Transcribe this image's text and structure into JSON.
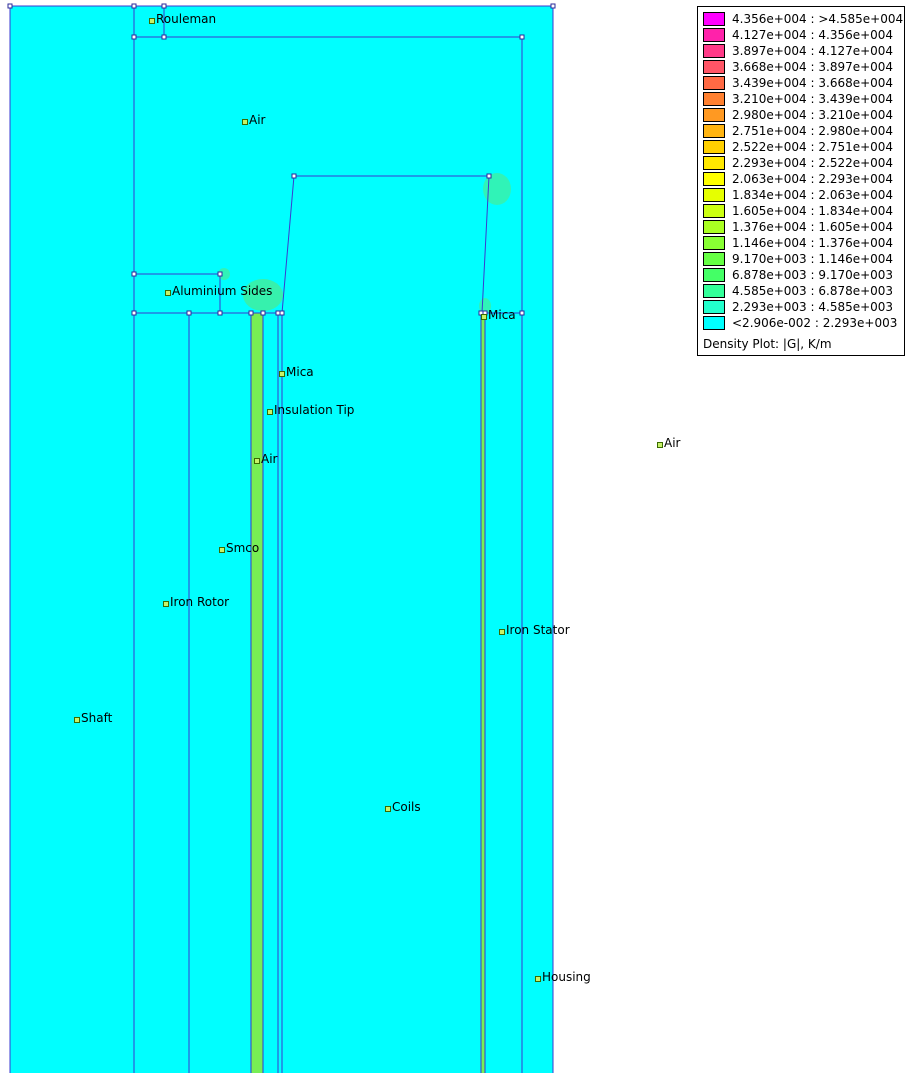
{
  "colors": {
    "background_field": "#00ffff",
    "boundary": "#3a3ad0",
    "hotspot": "#44ee99",
    "green_strip": "#77ee55"
  },
  "regions": [
    {
      "name": "rouleman",
      "label": "Rouleman"
    },
    {
      "name": "air-top",
      "label": "Air"
    },
    {
      "name": "aluminium-sides",
      "label": "Aluminium Sides"
    },
    {
      "name": "mica-right",
      "label": "Mica"
    },
    {
      "name": "mica-left",
      "label": "Mica"
    },
    {
      "name": "insulation-tip",
      "label": "Insulation Tip"
    },
    {
      "name": "air-gap",
      "label": "Air"
    },
    {
      "name": "air-outside",
      "label": "Air"
    },
    {
      "name": "smco",
      "label": "Smco"
    },
    {
      "name": "iron-rotor",
      "label": "Iron Rotor"
    },
    {
      "name": "iron-stator",
      "label": "Iron Stator"
    },
    {
      "name": "shaft",
      "label": "Shaft"
    },
    {
      "name": "coils",
      "label": "Coils"
    },
    {
      "name": "housing",
      "label": "Housing"
    }
  ],
  "legend": {
    "caption": "Density Plot: |G|, K/m",
    "entries": [
      {
        "range": "4.356e+004 : >4.585e+004",
        "color": "#ff00ff"
      },
      {
        "range": "4.127e+004 : 4.356e+004",
        "color": "#ff22aa"
      },
      {
        "range": "3.897e+004 : 4.127e+004",
        "color": "#ff3a88"
      },
      {
        "range": "3.668e+004 : 3.897e+004",
        "color": "#ff5566"
      },
      {
        "range": "3.439e+004 : 3.668e+004",
        "color": "#ff6a44"
      },
      {
        "range": "3.210e+004 : 3.439e+004",
        "color": "#ff8030"
      },
      {
        "range": "2.980e+004 : 3.210e+004",
        "color": "#ff9922"
      },
      {
        "range": "2.751e+004 : 2.980e+004",
        "color": "#ffb411"
      },
      {
        "range": "2.522e+004 : 2.751e+004",
        "color": "#ffd000"
      },
      {
        "range": "2.293e+004 : 2.522e+004",
        "color": "#ffe800"
      },
      {
        "range": "2.063e+004 : 2.293e+004",
        "color": "#ffff00"
      },
      {
        "range": "1.834e+004 : 2.063e+004",
        "color": "#e6ff00"
      },
      {
        "range": "1.605e+004 : 1.834e+004",
        "color": "#ccff11"
      },
      {
        "range": "1.376e+004 : 1.605e+004",
        "color": "#aaff22"
      },
      {
        "range": "1.146e+004 : 1.376e+004",
        "color": "#88ff33"
      },
      {
        "range": "9.170e+003 : 1.146e+004",
        "color": "#66ff44"
      },
      {
        "range": "6.878e+003 : 9.170e+003",
        "color": "#44ff66"
      },
      {
        "range": "4.585e+003 : 6.878e+003",
        "color": "#33ff99"
      },
      {
        "range": "2.293e+003 : 4.585e+003",
        "color": "#22ffcc"
      },
      {
        "range": "<2.906e-002 : 2.293e+003",
        "color": "#00ffff"
      }
    ]
  }
}
